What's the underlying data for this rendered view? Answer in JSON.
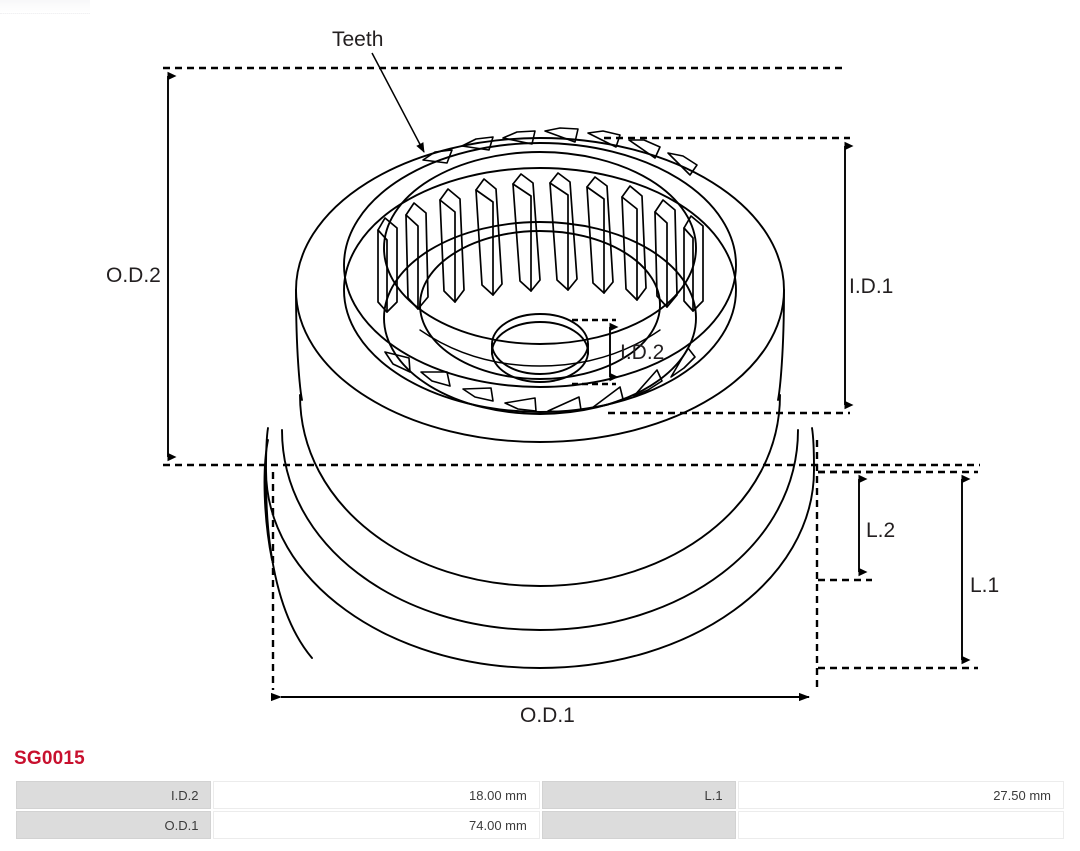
{
  "part": {
    "number": "SG0015"
  },
  "diagram": {
    "type": "technical-line-drawing",
    "subject": "starter drive gear ring with internal splines",
    "annotations": {
      "teeth": "Teeth",
      "od2": "O.D.2",
      "id1": "I.D.1",
      "id2": "I.D.2",
      "l2": "L.2",
      "l1": "L.1",
      "od1": "O.D.1"
    },
    "line_color": "#000000",
    "dimension_color": "#000000",
    "teeth_count": 18
  },
  "specs": {
    "rows": [
      {
        "left_key": "I.D.2",
        "left_value": "18.00 mm",
        "right_key": "L.1",
        "right_value": "27.50 mm"
      },
      {
        "left_key": "O.D.1",
        "left_value": "74.00 mm",
        "right_key": "",
        "right_value": ""
      }
    ]
  }
}
